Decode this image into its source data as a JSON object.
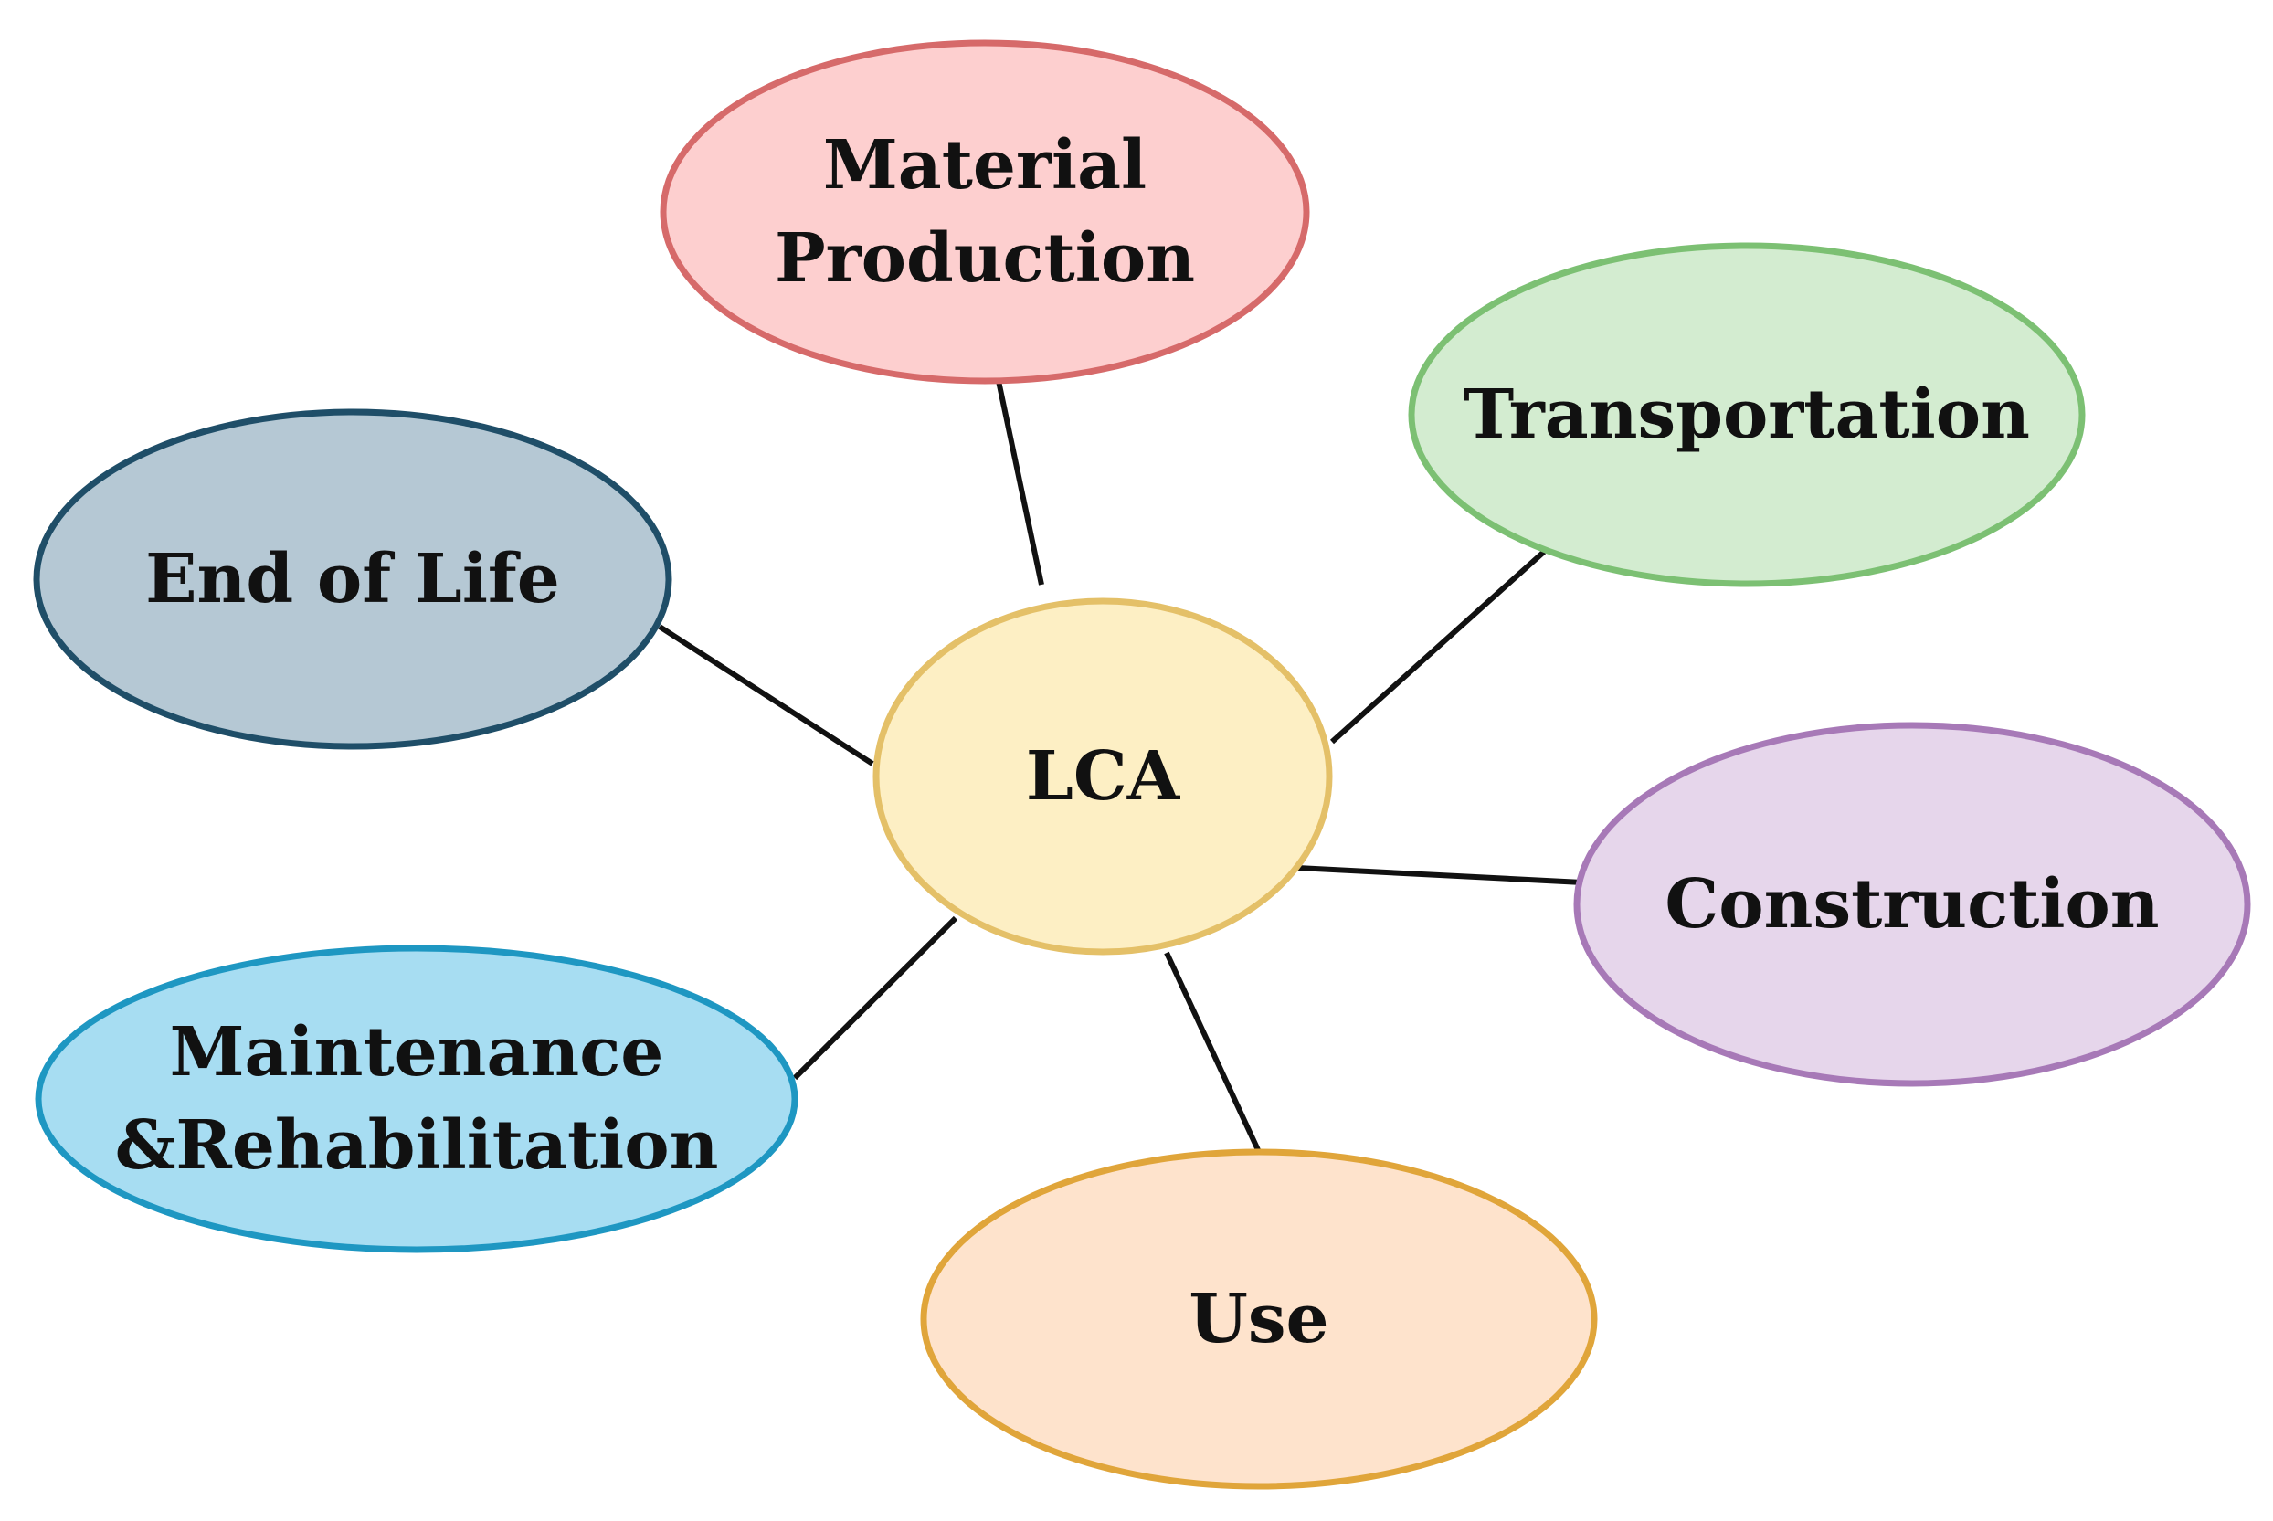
{
  "center": {
    "label": "LCA",
    "fill": "#fdefc4",
    "stroke": "#e4c068"
  },
  "nodes": [
    {
      "id": "material-production",
      "lines": [
        "Material",
        "Production"
      ],
      "fill": "#fdcfcf",
      "stroke": "#d66a6a"
    },
    {
      "id": "transportation",
      "lines": [
        "Transportation"
      ],
      "fill": "#d3ecd0",
      "stroke": "#7cc073"
    },
    {
      "id": "construction",
      "lines": [
        "Construction"
      ],
      "fill": "#e6d6eb",
      "stroke": "#a779b7"
    },
    {
      "id": "use",
      "lines": [
        "Use"
      ],
      "fill": "#fee3cc",
      "stroke": "#e0a53a"
    },
    {
      "id": "maintenance-rehabilitation",
      "lines": [
        "Maintenance",
        "&Rehabilitation"
      ],
      "fill": "#a7ddf2",
      "stroke": "#1e97c2"
    },
    {
      "id": "end-of-life",
      "lines": [
        "End of Life"
      ],
      "fill": "#b5c8d4",
      "stroke": "#1f4e68"
    }
  ]
}
